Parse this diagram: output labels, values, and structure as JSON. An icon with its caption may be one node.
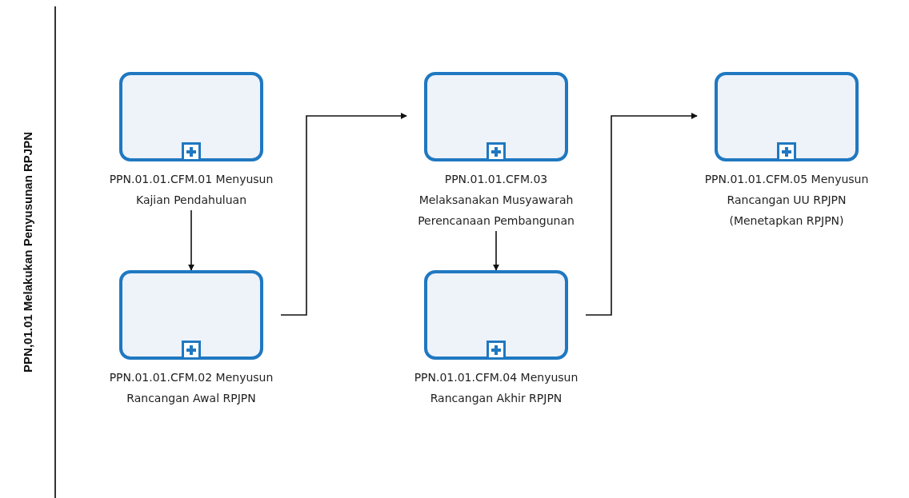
{
  "diagram": {
    "nodes": [
      {
        "text": [
          "PPN,01.01 Melakukan Penyusunan RPJPN"
        ]
      },
      {
        "text": [
          "PPN.01.01.CFM.01 Menyusun Kajian Pendahuluan"
        ],
        "in": 0
      },
      {
        "text": [
          "PPN.01.01.CFM.02 Menyusun Rancangan Awal RPJPN"
        ],
        "in": 0
      },
      {
        "text": [
          "PPN.01.01.CFM.03 Melaksanakan Musyawarah Perencanaan Pembangunan"
        ],
        "in": 0
      },
      {
        "text": [
          "PPN.01.01.CFM.04 Menyusun Rancangan Akhir RPJPN"
        ],
        "in": 0
      },
      {
        "text": [
          "PPN.01.01.CFM.05 Menyusun Rancangan UU RPJPN (Menetapkan RPJPN)"
        ],
        "in": 0
      }
    ],
    "edges": [
      {
        "from": 1,
        "to": 2,
        "arrow": "to"
      },
      {
        "from": 2,
        "to": 3,
        "arrow": "to"
      },
      {
        "from": 3,
        "to": 4,
        "arrow": "to"
      },
      {
        "from": 4,
        "to": 5,
        "arrow": "to"
      }
    ]
  }
}
